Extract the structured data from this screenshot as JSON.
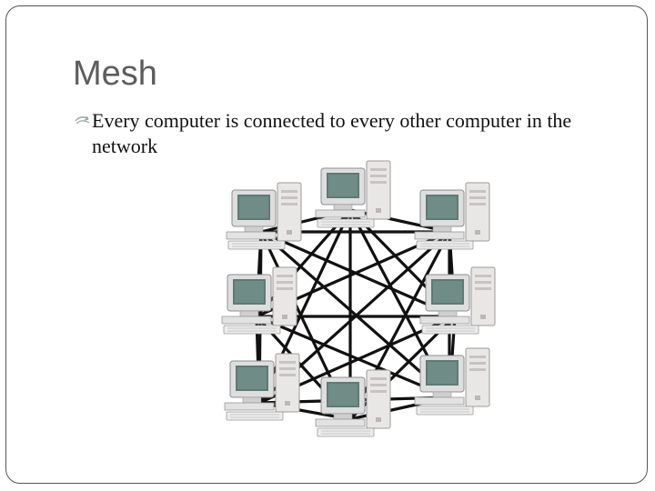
{
  "slide": {
    "title": "Mesh",
    "bullet_text": "Every computer is connected to every other computer in the network"
  },
  "diagram": {
    "node_icon": "desktop-computer-icon",
    "connection_color": "#111111",
    "node_labels": [
      "computer-top",
      "computer-top-right",
      "computer-right",
      "computer-bottom-right",
      "computer-bottom",
      "computer-bottom-left",
      "computer-left",
      "computer-top-left"
    ]
  }
}
